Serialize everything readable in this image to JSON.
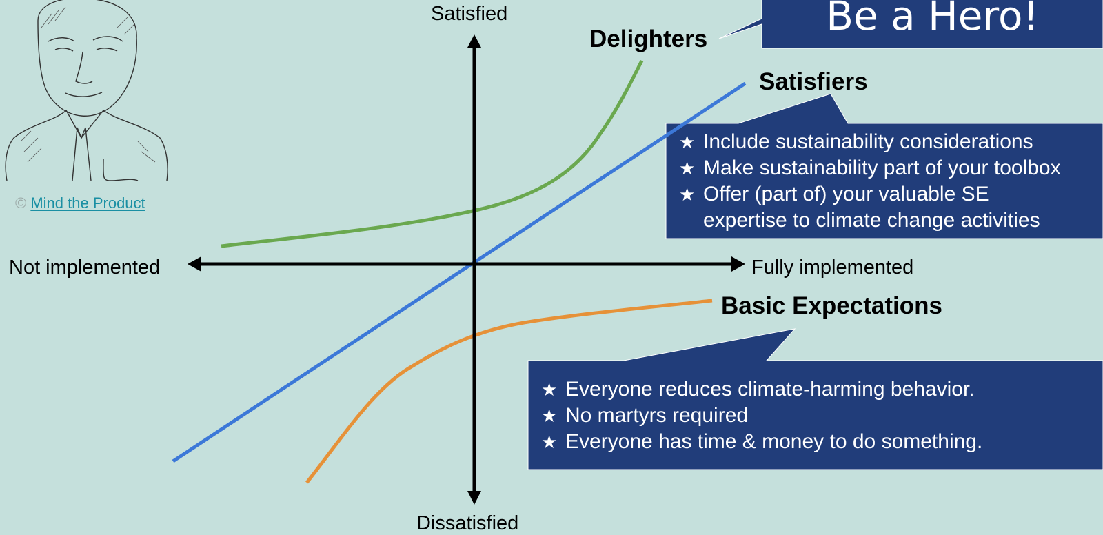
{
  "axes": {
    "top": "Satisfied",
    "bottom": "Dissatisfied",
    "left": "Not implemented",
    "right": "Fully implemented"
  },
  "curves": {
    "delighters": {
      "label": "Delighters",
      "color": "#6aa84f"
    },
    "satisfiers": {
      "label": "Satisfiers",
      "color": "#3c78d8"
    },
    "basic": {
      "label": "Basic Expectations",
      "color": "#e69138"
    }
  },
  "callouts": {
    "hero": {
      "title": "Be a Hero!"
    },
    "satisfiers_box": {
      "items": [
        "Include sustainability considerations",
        "Make sustainability part of your toolbox",
        "Offer (part of) your valuable SE",
        "expertise to climate change activities"
      ]
    },
    "basic_box": {
      "items": [
        "Everyone reduces climate-harming behavior.",
        "No martyrs required",
        "Everyone has time & money to do something."
      ]
    }
  },
  "credit": {
    "symbol": "©",
    "link_text": "Mind the Product"
  },
  "colors": {
    "background": "#c5e0dc",
    "callout": "#213d7a"
  }
}
